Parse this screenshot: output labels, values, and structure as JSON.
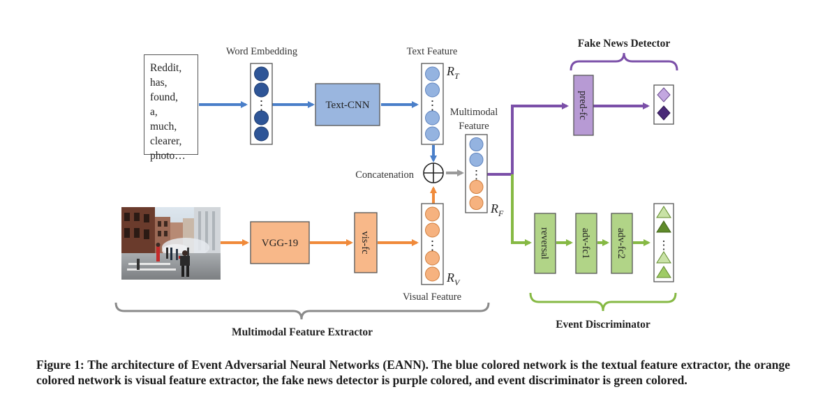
{
  "sample_text": [
    "Reddit,",
    "has,",
    "found,",
    "a,",
    "much,",
    "clearer,",
    "photo…"
  ],
  "labels": {
    "word_embedding": "Word Embedding",
    "text_feature": "Text Feature",
    "multimodal_feature": [
      "Multimodal",
      "Feature"
    ],
    "visual_feature": "Visual Feature",
    "concatenation": "Concatenation",
    "r_t": {
      "base": "R",
      "sub": "T"
    },
    "r_v": {
      "base": "R",
      "sub": "V"
    },
    "r_f": {
      "base": "R",
      "sub": "F"
    }
  },
  "blocks": {
    "text_cnn": "Text-CNN",
    "vgg19": "VGG-19",
    "vis_fc": "vis-fc",
    "pred_fc": "pred-fc",
    "reversal": "reversal",
    "adv_fc1": "adv-fc1",
    "adv_fc2": "adv-fc2"
  },
  "groups": {
    "fake_news_detector": "Fake News Detector",
    "multimodal_feature_extractor": "Multimodal Feature Extractor",
    "event_discriminator": "Event Discriminator"
  },
  "ellipsis": "⋮",
  "caption": "Figure 1: The architecture of Event Adversarial Neural Networks (EANN). The blue colored network is the textual feature extractor, the orange colored network is visual feature extractor, the fake news detector is purple colored, and event discriminator is green colored.",
  "colors": {
    "blue_arrow": "#4a7fc9",
    "orange_arrow": "#f08a3a",
    "purple_arrow": "#7b4fa8",
    "green_arrow": "#86b944",
    "gray_arrow": "#9a9a9a",
    "dark_blue_node": "#2e5597",
    "light_blue_node": "#94b3e0",
    "orange_node": "#f6b27f",
    "text_cnn_fill": "#9ab6df",
    "orange_block_fill": "#f8b889",
    "purple_block_fill": "#b79ad4",
    "green_block_fill": "#b1d487",
    "brace_gray": "#8a8a8a"
  }
}
